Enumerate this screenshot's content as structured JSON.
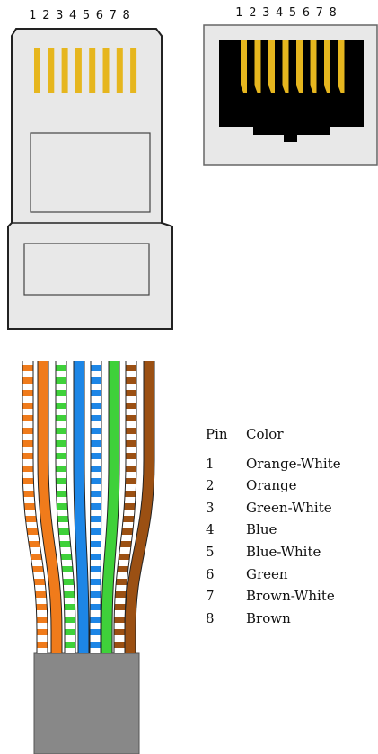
{
  "plug": {
    "pin_numbers": [
      "1",
      "2",
      "3",
      "4",
      "5",
      "6",
      "7",
      "8"
    ],
    "contact_color": "#e6b61e"
  },
  "jack": {
    "pin_numbers": [
      "1",
      "2",
      "3",
      "4",
      "5",
      "6",
      "7",
      "8"
    ],
    "contact_color": "#e6b61e"
  },
  "wires": [
    {
      "pin": 1,
      "base": "#ffffff",
      "stripe": "#f07b1b"
    },
    {
      "pin": 2,
      "base": "#f07b1b",
      "stripe": ""
    },
    {
      "pin": 3,
      "base": "#ffffff",
      "stripe": "#3fd13a"
    },
    {
      "pin": 4,
      "base": "#1d86e6",
      "stripe": ""
    },
    {
      "pin": 5,
      "base": "#ffffff",
      "stripe": "#1d86e6"
    },
    {
      "pin": 6,
      "base": "#3fd13a",
      "stripe": ""
    },
    {
      "pin": 7,
      "base": "#ffffff",
      "stripe": "#9b5013"
    },
    {
      "pin": 8,
      "base": "#9b5013",
      "stripe": ""
    }
  ],
  "legend": {
    "header_pin": "Pin",
    "header_color": "Color",
    "rows": [
      {
        "pin": "1",
        "color": "Orange-White"
      },
      {
        "pin": "2",
        "color": "Orange"
      },
      {
        "pin": "3",
        "color": "Green-White"
      },
      {
        "pin": "4",
        "color": "Blue"
      },
      {
        "pin": "5",
        "color": "Blue-White"
      },
      {
        "pin": "6",
        "color": "Green"
      },
      {
        "pin": "7",
        "color": "Brown-White"
      },
      {
        "pin": "8",
        "color": "Brown"
      }
    ]
  }
}
